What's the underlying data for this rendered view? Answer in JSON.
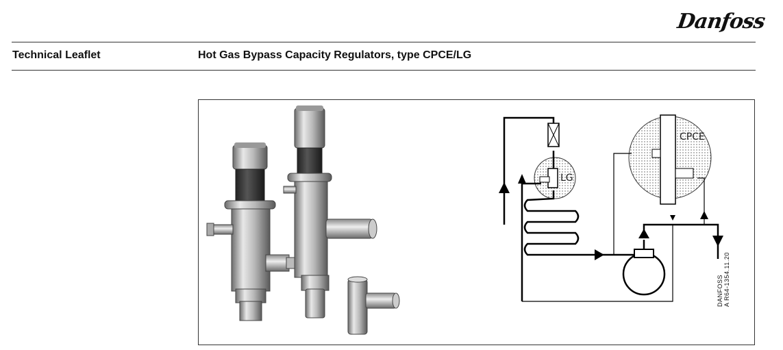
{
  "header": {
    "brand": "Danfoss",
    "section": "Technical Leaflet",
    "title": "Hot Gas Bypass Capacity Regulators, type CPCE/LG"
  },
  "figure": {
    "label_cpce": "CPCE",
    "label_lg": "LG",
    "drawing_code_line1": "DANFOSS",
    "drawing_code_line2": "A R64-1354.11.20"
  }
}
